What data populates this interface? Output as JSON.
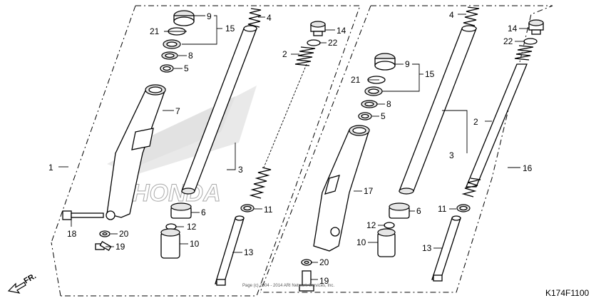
{
  "diagram_code": "K174F1100",
  "front_indicator": "FR.",
  "copyright": "Page (c) 2004 - 2014 ARI Network Services, Inc.",
  "watermark_logo": "HONDA",
  "left_assembly": {
    "labels": [
      "9",
      "21",
      "15",
      "8",
      "5",
      "7",
      "1",
      "18",
      "20",
      "19",
      "4",
      "14",
      "22",
      "2",
      "3",
      "6",
      "12",
      "10",
      "11",
      "13"
    ]
  },
  "right_assembly": {
    "labels": [
      "4",
      "14",
      "22",
      "9",
      "15",
      "21",
      "8",
      "5",
      "2",
      "3",
      "16",
      "17",
      "6",
      "11",
      "12",
      "10",
      "13",
      "20",
      "19"
    ]
  }
}
